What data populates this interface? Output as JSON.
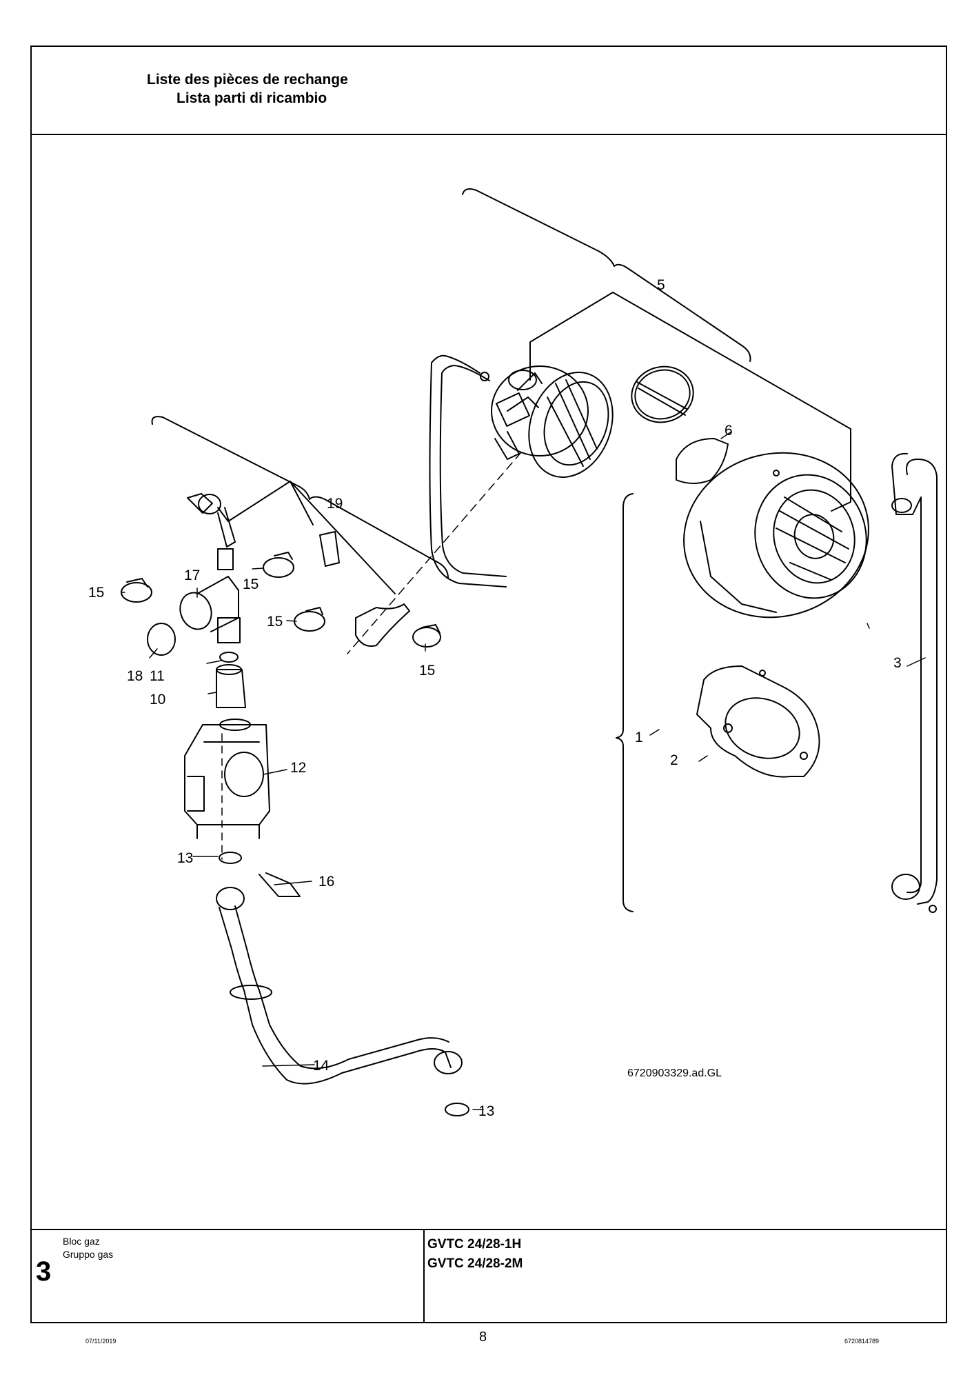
{
  "header": {
    "title_fr": "Liste des pièces de rechange",
    "title_it": "Lista parti di ricambio"
  },
  "drawing": {
    "reference": "6720903329.ad.GL",
    "callouts": [
      "1",
      "2",
      "3",
      "5",
      "6",
      "10",
      "11",
      "12",
      "13",
      "13",
      "14",
      "15",
      "15",
      "15",
      "15",
      "16",
      "17",
      "18",
      "19"
    ]
  },
  "footer": {
    "subtitle_fr": "Bloc gaz",
    "subtitle_it": "Gruppo gas",
    "section_number": "3",
    "model_1": "GVTC 24/28-1H",
    "model_2": "GVTC 24/28-2M"
  },
  "page": {
    "date": "07/11/2019",
    "number": "8",
    "doc_id": "6720814789"
  }
}
